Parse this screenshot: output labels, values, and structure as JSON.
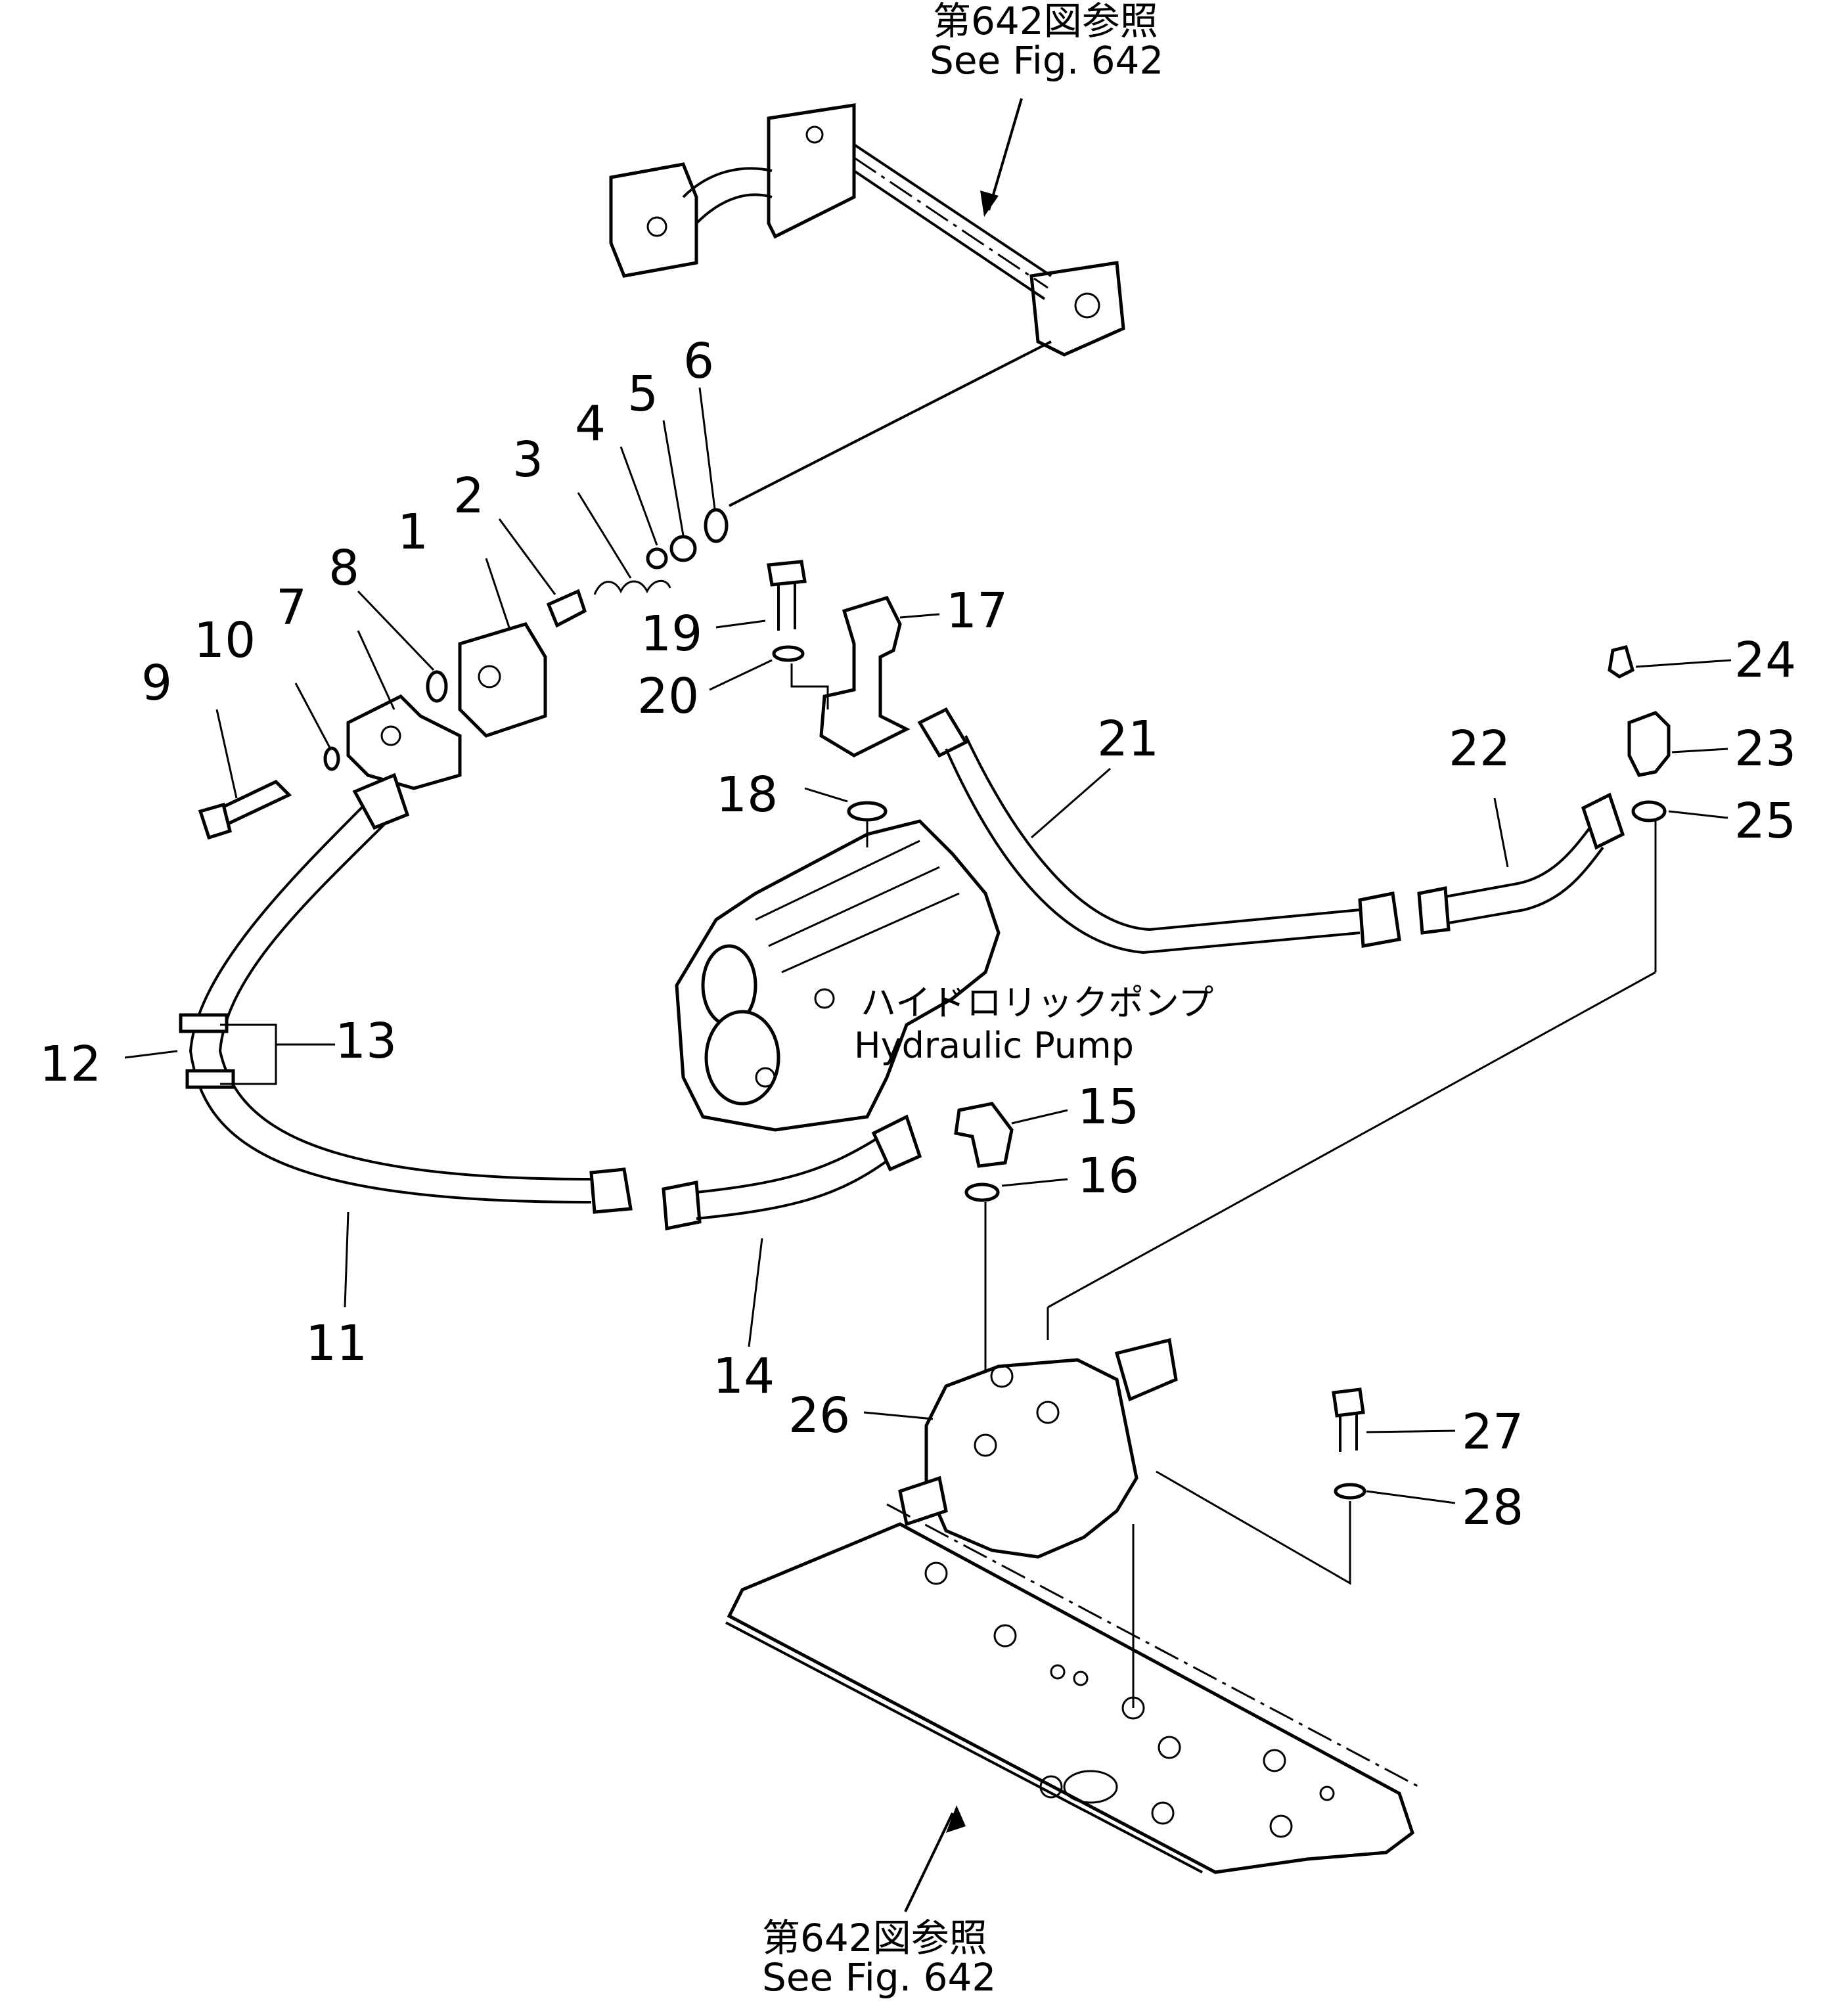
{
  "references": {
    "top": {
      "jp": "第642図参照",
      "en": "See Fig. 642"
    },
    "bottom": {
      "jp": "第642図参照",
      "en": "See Fig. 642"
    }
  },
  "pump_label": {
    "jp": "ハイドロリックポンプ",
    "en": "Hydraulic Pump"
  },
  "callouts": [
    "1",
    "2",
    "3",
    "4",
    "5",
    "6",
    "7",
    "8",
    "9",
    "10",
    "11",
    "12",
    "13",
    "14",
    "15",
    "16",
    "17",
    "18",
    "19",
    "20",
    "21",
    "22",
    "23",
    "24",
    "25",
    "26",
    "27",
    "28"
  ]
}
